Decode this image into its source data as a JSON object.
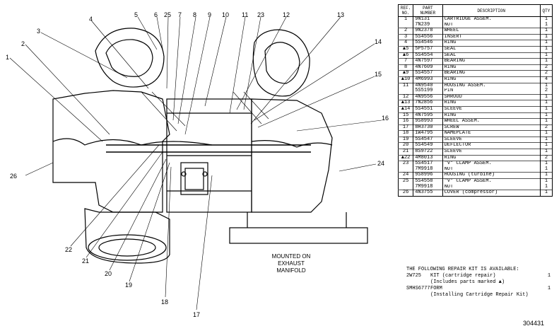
{
  "callouts": [
    "1",
    "2",
    "3",
    "4",
    "5",
    "6",
    "25",
    "7",
    "8",
    "9",
    "10",
    "11",
    "23",
    "12",
    "13",
    "14",
    "15",
    "16",
    "24",
    "26",
    "22",
    "21",
    "20",
    "19",
    "18",
    "17"
  ],
  "note_lines": [
    "MOUNTED ON",
    "EXHAUST",
    "MANIFOLD"
  ],
  "table": {
    "headers": {
      "ref": "REF. NO.",
      "part": "PART NUMBER",
      "desc": "DESCRIPTION",
      "qty": "QTY"
    },
    "rows": [
      {
        "ref": "1",
        "pn": "9N131",
        "desc": "CARTRIDGE ASSEM.",
        "qty": "1",
        "mark": ""
      },
      {
        "ref": "",
        "pn": "7N239",
        "desc": "  NUT",
        "qty": "1",
        "mark": ""
      },
      {
        "ref": "2",
        "pn": "9N2378",
        "desc": "WHEEL",
        "qty": "1",
        "mark": ""
      },
      {
        "ref": "3",
        "pn": "5S4556",
        "desc": "INSERT",
        "qty": "1",
        "mark": ""
      },
      {
        "ref": "4",
        "pn": "5S4546",
        "desc": "RING",
        "qty": "1",
        "mark": ""
      },
      {
        "ref": "5",
        "pn": "5P5757",
        "desc": "SEAL",
        "qty": "1",
        "mark": "▲"
      },
      {
        "ref": "6",
        "pn": "5S4554",
        "desc": "SEAL",
        "qty": "1",
        "mark": "▲"
      },
      {
        "ref": "7",
        "pn": "4N7597",
        "desc": "BEARING",
        "qty": "1",
        "mark": ""
      },
      {
        "ref": "8",
        "pn": "4N7609",
        "desc": "RING",
        "qty": "2",
        "mark": ""
      },
      {
        "ref": "9",
        "pn": "5S4557",
        "desc": "BEARING",
        "qty": "2",
        "mark": "▲"
      },
      {
        "ref": "10",
        "pn": "4M6993",
        "desc": "RING",
        "qty": "4",
        "mark": "▲"
      },
      {
        "ref": "11",
        "pn": "4N9540",
        "desc": "HOUSING ASSEM.",
        "qty": "1",
        "mark": ""
      },
      {
        "ref": "",
        "pn": "5S5199",
        "desc": "  PIN",
        "qty": "2",
        "mark": ""
      },
      {
        "ref": "12",
        "pn": "4N9556",
        "desc": "SHROUD",
        "qty": "1",
        "mark": ""
      },
      {
        "ref": "13",
        "pn": "7N2856",
        "desc": "RING",
        "qty": "1",
        "mark": "▲"
      },
      {
        "ref": "14",
        "pn": "5S4551",
        "desc": "SLEEVE",
        "qty": "1",
        "mark": "▲"
      },
      {
        "ref": "15",
        "pn": "4N7595",
        "desc": "RING",
        "qty": "1",
        "mark": ""
      },
      {
        "ref": "16",
        "pn": "9S8993",
        "desc": "WHEEL ASSEM.",
        "qty": "1",
        "mark": ""
      },
      {
        "ref": "17",
        "pn": "8H3730",
        "desc": "SCREW",
        "qty": "2",
        "mark": ""
      },
      {
        "ref": "18",
        "pn": "1W4795",
        "desc": "NAMEPLATE",
        "qty": "1",
        "mark": ""
      },
      {
        "ref": "19",
        "pn": "5S4547",
        "desc": "SLEEVE",
        "qty": "1",
        "mark": ""
      },
      {
        "ref": "20",
        "pn": "5S4549",
        "desc": "DEFLECTOR",
        "qty": "1",
        "mark": ""
      },
      {
        "ref": "21",
        "pn": "8S9722",
        "desc": "SLEEVE",
        "qty": "1",
        "mark": ""
      },
      {
        "ref": "22",
        "pn": "4M8013",
        "desc": "RING",
        "qty": "2",
        "mark": "▲"
      },
      {
        "ref": "23",
        "pn": "5S4517",
        "desc": "\"V\" CLAMP ASSEM.",
        "qty": "1",
        "mark": ""
      },
      {
        "ref": "",
        "pn": "7M9918",
        "desc": "  NUT",
        "qty": "1",
        "mark": ""
      },
      {
        "ref": "24",
        "pn": "9S8996",
        "desc": "HOUSING (turbine)",
        "qty": "1",
        "mark": ""
      },
      {
        "ref": "25",
        "pn": "5S4558",
        "desc": "\"V\" CLAMP ASSEM.",
        "qty": "1",
        "mark": ""
      },
      {
        "ref": "",
        "pn": "7M9918",
        "desc": "  NUT",
        "qty": "1",
        "mark": ""
      },
      {
        "ref": "26",
        "pn": "4N3755",
        "desc": "COVER (compressor)",
        "qty": "1",
        "mark": ""
      }
    ]
  },
  "kit": {
    "heading": "THE FOLLOWING REPAIR KIT IS AVAILABLE:",
    "kit_pn": "2W725",
    "kit_desc": "KIT (cartridge repair)",
    "kit_note": "(Includes parts marked ▲)",
    "kit_qty": "1",
    "form_pn": "SMHS6777",
    "form_desc": "FORM",
    "form_note": "(Installing Cartridge Repair Kit)",
    "form_qty": "1"
  },
  "doc_number": "304431"
}
